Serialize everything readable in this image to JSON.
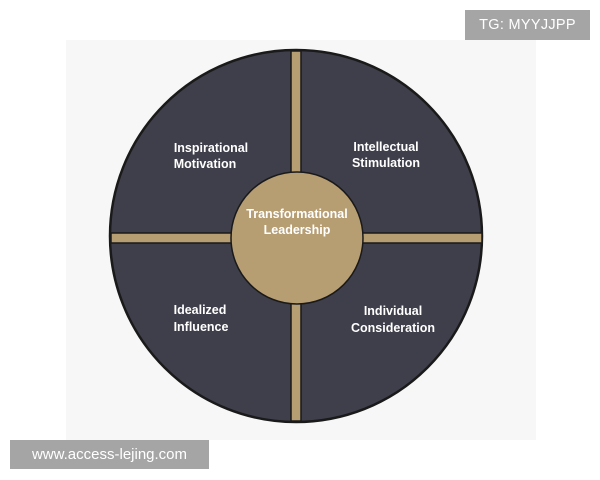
{
  "diagram": {
    "center": {
      "line1": "Transformational",
      "line2": "Leadership"
    },
    "quadrants": {
      "top_left": {
        "line1": "Inspirational",
        "line2": "Motivation"
      },
      "top_right": {
        "line1": "Intellectual",
        "line2": "Stimulation"
      },
      "bottom_left": {
        "line1": "Idealized",
        "line2": "Influence"
      },
      "bottom_right": {
        "line1": "Individual",
        "line2": "Consideration"
      }
    }
  },
  "overlays": {
    "tag": "TG: MYYJJPP",
    "url": "www.access-lejing.com"
  },
  "colors": {
    "circle_fill": "#3f3f4b",
    "arrow_fill": "#b79d72",
    "center_fill": "#b79d72",
    "outline": "#1a1a1a",
    "overlay_bg": "#a5a5a5"
  }
}
